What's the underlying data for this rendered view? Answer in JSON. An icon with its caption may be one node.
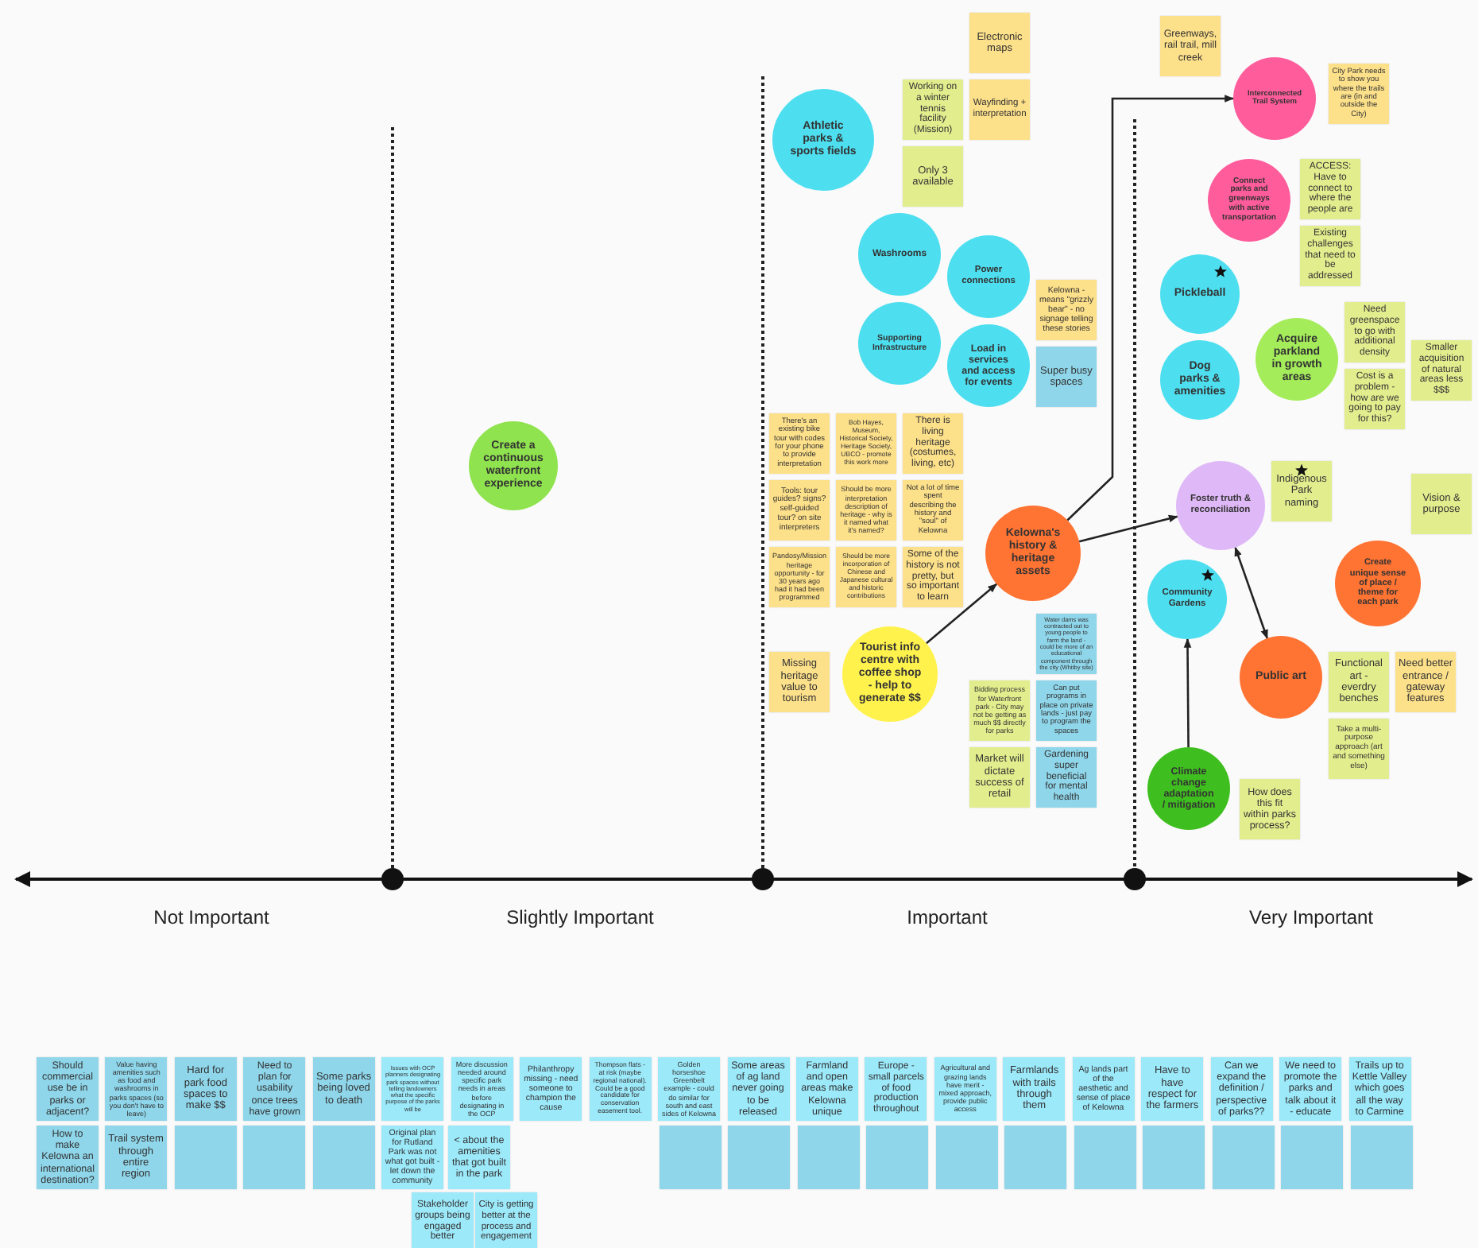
{
  "diagram": {
    "nodes": [
      {
        "text": [
          "Create a continuous waterfront experience"
        ]
      },
      {
        "text": [
          "Athletic parks & sports fields"
        ]
      },
      {
        "text": [
          "Working on a winter tennis facility (Mission)"
        ]
      },
      {
        "text": [
          "Only 3 available"
        ]
      },
      {
        "text": [
          "Electronic maps"
        ]
      },
      {
        "text": [
          "Wayfinding + interpretation"
        ]
      },
      {
        "text": [
          "Greenways, rail trail, mill creek"
        ]
      },
      {
        "text": [
          "Interconnected Trail System"
        ]
      },
      {
        "text": [
          "City Park needs to show you where the trails are (in and outside the City)"
        ]
      },
      {
        "text": [
          "Connect parks and greenways with active transportation"
        ]
      },
      {
        "text": [
          "ACCESS: Have to connect to where the people are"
        ]
      },
      {
        "text": [
          "Existing challenges that need to be addressed"
        ]
      },
      {
        "text": [
          "Washrooms"
        ]
      },
      {
        "text": [
          "Power connections"
        ]
      },
      {
        "text": [
          "Supporting Infrastructure"
        ]
      },
      {
        "text": [
          "Load in services and access for events"
        ]
      },
      {
        "text": [
          "Pickleball"
        ]
      },
      {
        "text": [
          "Dog parks & amenities"
        ]
      },
      {
        "text": [
          "Acquire parkland in growth areas"
        ]
      },
      {
        "text": [
          "Need greenspace to go with additional density"
        ]
      },
      {
        "text": [
          "Cost is a problem - how are we going to pay for this?"
        ]
      },
      {
        "text": [
          "Smaller acquisition of natural areas less $$$"
        ]
      },
      {
        "text": [
          "There's an existing bike tour with codes for your phone to provide interpretation"
        ]
      },
      {
        "text": [
          "Bob Hayes, Museum, Historical Society, Heritage Society, UBCO - promote this work more"
        ]
      },
      {
        "text": [
          "Tools: tour guides? signs? self-guided tour? on site interpreters"
        ]
      },
      {
        "text": [
          "Should be more interpretation description of heritage - why is it named what it's named?"
        ]
      },
      {
        "text": [
          "There is living heritage (costumes, living, etc)"
        ]
      },
      {
        "text": [
          "Kelowna - means \"grizzly bear\" - no signage telling these stories"
        ]
      },
      {
        "text": [
          "Kelowna's history & heritage assets"
        ]
      },
      {
        "text": [
          "Not a lot of time spent describing the history and \"soul\" of Kelowna"
        ]
      },
      {
        "text": [
          "Pandosy/Mission heritage opportunity - for 30 years ago had it had been programmed"
        ]
      },
      {
        "text": [
          "Should be more incorporation of Chinese and Japanese cultural and historic contributions"
        ]
      },
      {
        "text": [
          "Some of the history is not pretty, but so important to learn"
        ]
      },
      {
        "text": [
          "Missing heritage value to tourism"
        ]
      },
      {
        "text": [
          "Tourist info centre with coffee shop - help to generate $$"
        ]
      },
      {
        "text": [
          "Bidding process for Waterfront park - City may not be getting as much $$ directly for parks"
        ]
      },
      {
        "text": [
          "Market will dictate success of retail"
        ]
      },
      {
        "text": [
          "Foster truth & reconciliation"
        ]
      },
      {
        "text": [
          "Indigenous Park naming"
        ]
      },
      {
        "text": [
          "Super busy spaces"
        ]
      },
      {
        "text": [
          "Water dams was contracted out to young people to farm the land - could be more of an educational component through the city (Whitby site)"
        ]
      },
      {
        "text": [
          "Community Gardens"
        ]
      },
      {
        "text": [
          "Can put programs in place on private lands - just pay to program the spaces"
        ]
      },
      {
        "text": [
          "Create unique sense of place / theme for each park"
        ]
      },
      {
        "text": [
          "Vision & purpose"
        ]
      },
      {
        "text": [
          "Public art"
        ]
      },
      {
        "text": [
          "Functional art - everdry benches"
        ]
      },
      {
        "text": [
          "Need better entrance / gateway features"
        ]
      },
      {
        "text": [
          "Take a multi-purpose approach (art and something else)"
        ]
      },
      {
        "text": [
          "Gardening super beneficial for mental health"
        ]
      },
      {
        "text": [
          "Climate change adaptation / mitigation"
        ]
      },
      {
        "text": [
          "How does this fit within parks process?"
        ]
      },
      {
        "text": [
          "Should commercial use be in parks or adjacent?"
        ]
      },
      {
        "text": [
          "Value having amenities such as food and washrooms in parks spaces (so you don't have to leave)"
        ]
      },
      {
        "text": [
          "Hard for park food spaces to make $$"
        ]
      },
      {
        "text": [
          "Need to plan for usability once trees have grown"
        ]
      },
      {
        "text": [
          "Some parks being loved to death"
        ]
      },
      {
        "text": [
          "Issues with OCP planners designating park spaces without telling landowners what the specific purpose of the parks will be"
        ]
      },
      {
        "text": [
          "More discussion needed around specific park needs in areas before designating in the OCP"
        ]
      },
      {
        "text": [
          "Philanthropy missing - need someone to champion the cause"
        ]
      },
      {
        "text": [
          "Thompson flats - at risk (maybe regional national). Could be a good candidate for conservation easement tool."
        ]
      },
      {
        "text": [
          "Golden horseshoe Greenbelt example - could do similar for south and east sides of Kelowna"
        ]
      },
      {
        "text": [
          "Some areas of ag land never going to be released"
        ]
      },
      {
        "text": [
          "Farmland and open areas make Kelowna unique"
        ]
      },
      {
        "text": [
          "Europe - small parcels of food production throughout"
        ]
      },
      {
        "text": [
          "Agricultural and grazing lands have merit - mixed approach, provide public access"
        ]
      },
      {
        "text": [
          "Farmlands with trails through them"
        ]
      },
      {
        "text": [
          "Ag lands part of the aesthetic and sense of place of Kelowna"
        ]
      },
      {
        "text": [
          "Have to have respect for the farmers"
        ]
      },
      {
        "text": [
          "Can we expand the definition / perspective of parks??"
        ]
      },
      {
        "text": [
          "We need to promote the parks and talk about it - educate"
        ]
      },
      {
        "text": [
          "Trails up to Kettle Valley which goes all the way to Carmine"
        ]
      },
      {
        "text": [
          "How to make Kelowna an international destination?"
        ]
      },
      {
        "text": [
          "Trail system through entire region"
        ]
      },
      {
        "text": [],
        "shape": "box"
      },
      {
        "text": [],
        "shape": "box"
      },
      {
        "text": [],
        "shape": "box"
      },
      {
        "text": [
          "Original plan for Rutland Park was not what got built - let down the community"
        ]
      },
      {
        "text": [
          "< about the amenities that got built in the park"
        ]
      },
      {
        "text": [],
        "shape": "box"
      },
      {
        "text": [],
        "shape": "box"
      },
      {
        "text": [],
        "shape": "box"
      },
      {
        "text": [],
        "shape": "box"
      },
      {
        "text": [],
        "shape": "box"
      },
      {
        "text": [],
        "shape": "box"
      },
      {
        "text": [],
        "shape": "box"
      },
      {
        "text": [],
        "shape": "box"
      },
      {
        "text": [],
        "shape": "box"
      },
      {
        "text": [],
        "shape": "box"
      },
      {
        "text": [],
        "shape": "box"
      },
      {
        "text": [
          "Stakeholder groups being engaged better"
        ]
      },
      {
        "text": [
          "City is getting better at the process and engagement"
        ]
      }
    ],
    "edges": [
      {
        "from": 28,
        "to": 7,
        "arrow": "to"
      },
      {
        "from": 28,
        "to": 37,
        "arrow": "to"
      },
      {
        "from": 34,
        "to": 28,
        "arrow": "to"
      },
      {
        "from": 45,
        "to": 37,
        "arrow": "both"
      },
      {
        "from": 50,
        "to": 41,
        "arrow": "to"
      }
    ],
    "labels": [
      "Not Important",
      "Slightly Important",
      "Important",
      "Very Important"
    ]
  }
}
